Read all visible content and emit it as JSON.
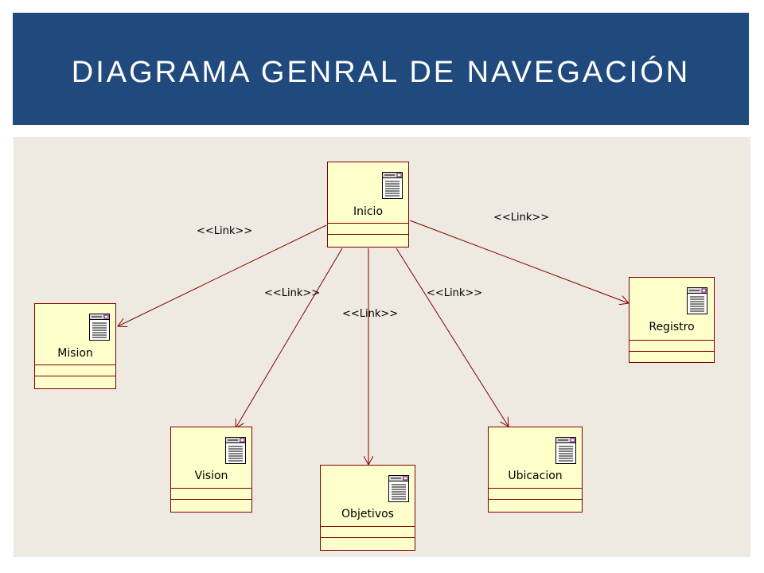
{
  "title": "DIAGRAMA GENRAL DE NAVEGACIÓN",
  "diagram": {
    "nodes": {
      "inicio": "Inicio",
      "mision": "Mision",
      "vision": "Vision",
      "objetivos": "Objetivos",
      "ubicacion": "Ubicacion",
      "registro": "Registro"
    },
    "links": {
      "inicio_mision": "<<Link>>",
      "inicio_vision": "<<Link>>",
      "inicio_objetivos": "<<Link>>",
      "inicio_ubicacion": "<<Link>>",
      "inicio_registro": "<<Link>>"
    }
  },
  "colors": {
    "title_bar": "#204a7d",
    "canvas": "#eeeae1",
    "node_fill": "#ffffcc",
    "node_border": "#800000"
  }
}
